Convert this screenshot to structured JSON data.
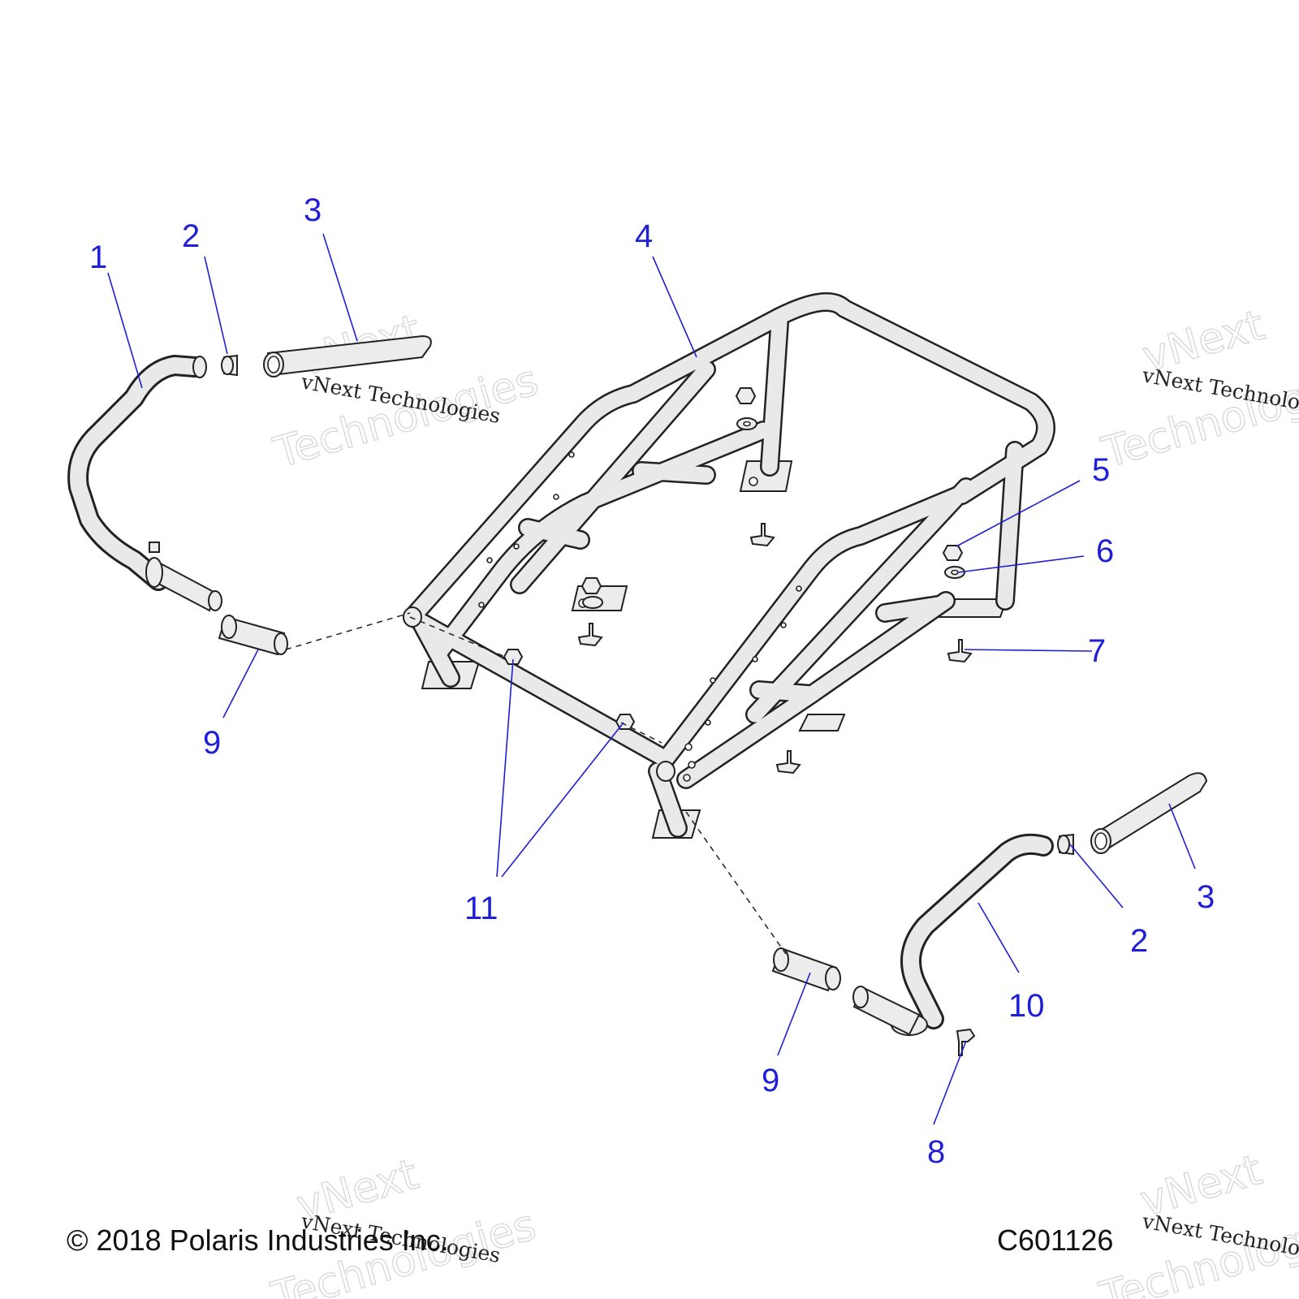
{
  "callouts": [
    {
      "id": "1",
      "label": "1"
    },
    {
      "id": "2",
      "label": "2"
    },
    {
      "id": "3",
      "label": "3"
    },
    {
      "id": "4",
      "label": "4"
    },
    {
      "id": "5",
      "label": "5"
    },
    {
      "id": "6",
      "label": "6"
    },
    {
      "id": "7",
      "label": "7"
    },
    {
      "id": "8",
      "label": "8"
    },
    {
      "id": "9",
      "label": "9"
    },
    {
      "id": "10",
      "label": "10"
    },
    {
      "id": "11",
      "label": "11"
    }
  ],
  "watermark": {
    "big_top": "vNext",
    "big_bottom": "Technologies",
    "small": "vNext Technologies"
  },
  "footer": {
    "copyright": "© 2018 Polaris Industries Inc.",
    "figure_code": "C601126"
  },
  "colors": {
    "callout": "#1f1fd6",
    "line": "#222222",
    "fill": "#ececec"
  }
}
